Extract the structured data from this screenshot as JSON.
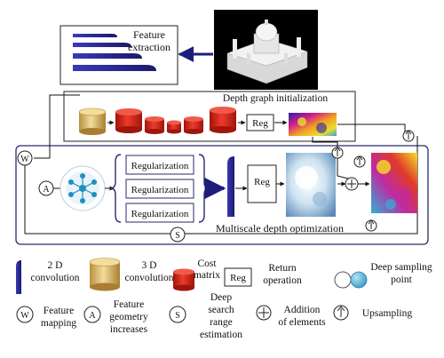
{
  "diagram": {
    "feature_extraction_label": [
      "Feature",
      "extraction"
    ],
    "depth_graph_title": "Depth graph initialization",
    "reg_label": "Reg",
    "regularization_labels": [
      "Regularization",
      "Regularization",
      "Regularization"
    ],
    "multiscale_title": "Multiscale depth optimization",
    "symbol_w": "W",
    "symbol_a": "A",
    "symbol_s": "S"
  },
  "legend": {
    "conv2d": [
      "2 D",
      "convolution"
    ],
    "conv3d": [
      "3 D",
      "convolution"
    ],
    "cost_matrix": [
      "Cost",
      "matrix"
    ],
    "reg_box": "Reg",
    "return_operation": [
      "Return",
      "operation"
    ],
    "deep_sampling_point": [
      "Deep sampling",
      "point"
    ],
    "feature_mapping": [
      "Feature",
      "mapping"
    ],
    "feature_geometry": [
      "Feature",
      "geometry",
      "increases"
    ],
    "deep_search": [
      "Deep",
      "search",
      "range",
      "estimation"
    ],
    "addition": [
      "Addition",
      "of elements"
    ],
    "upsampling": "Upsampling"
  },
  "colors": {
    "frame": "#2a2a6e",
    "conv2d": "#2b2a8c",
    "conv3d": "#d9b25a",
    "cost": "#d62a1e",
    "sampling_white": "#ffffff",
    "sampling_blue": "#5fb4d6",
    "network_icon": "#1f8fc0",
    "arrow": "#1e1e7a"
  }
}
